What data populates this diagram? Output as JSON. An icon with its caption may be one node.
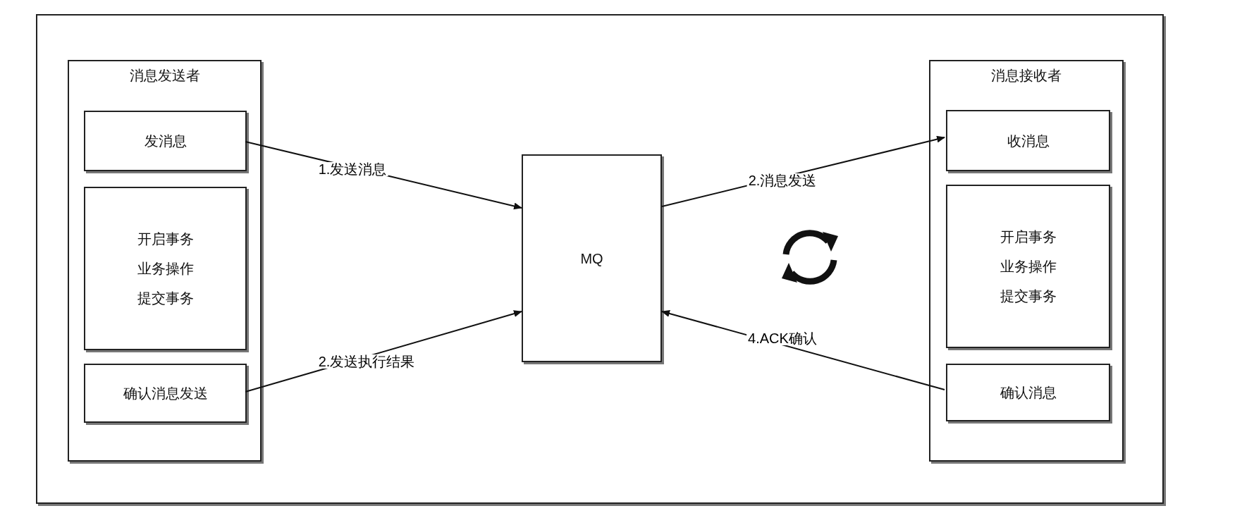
{
  "diagram": {
    "nodes": [
      {
        "text": [
          "消息发送者"
        ]
      },
      {
        "text": [
          "发消息"
        ],
        "in": 0
      },
      {
        "text": [
          "开启事务",
          "业务操作",
          "提交事务"
        ],
        "in": 0
      },
      {
        "text": [
          "确认消息发送"
        ],
        "in": 0
      },
      {
        "text": [
          "MQ"
        ]
      },
      {
        "text": [
          "消息接收者"
        ]
      },
      {
        "text": [
          "收消息"
        ],
        "in": 5
      },
      {
        "text": [
          "开启事务",
          "业务操作",
          "提交事务"
        ],
        "in": 5
      },
      {
        "text": [
          "确认消息"
        ],
        "in": 5
      }
    ],
    "edges": [
      {
        "from": 1,
        "to": 4,
        "arrow": "to",
        "label": "1.发送消息"
      },
      {
        "from": 3,
        "to": 4,
        "arrow": "to",
        "label": "2.发送执行结果"
      },
      {
        "from": 4,
        "to": 6,
        "arrow": "to",
        "label": "2.消息发送"
      },
      {
        "from": 8,
        "to": 4,
        "arrow": "to",
        "label": "4.ACK确认"
      }
    ]
  }
}
